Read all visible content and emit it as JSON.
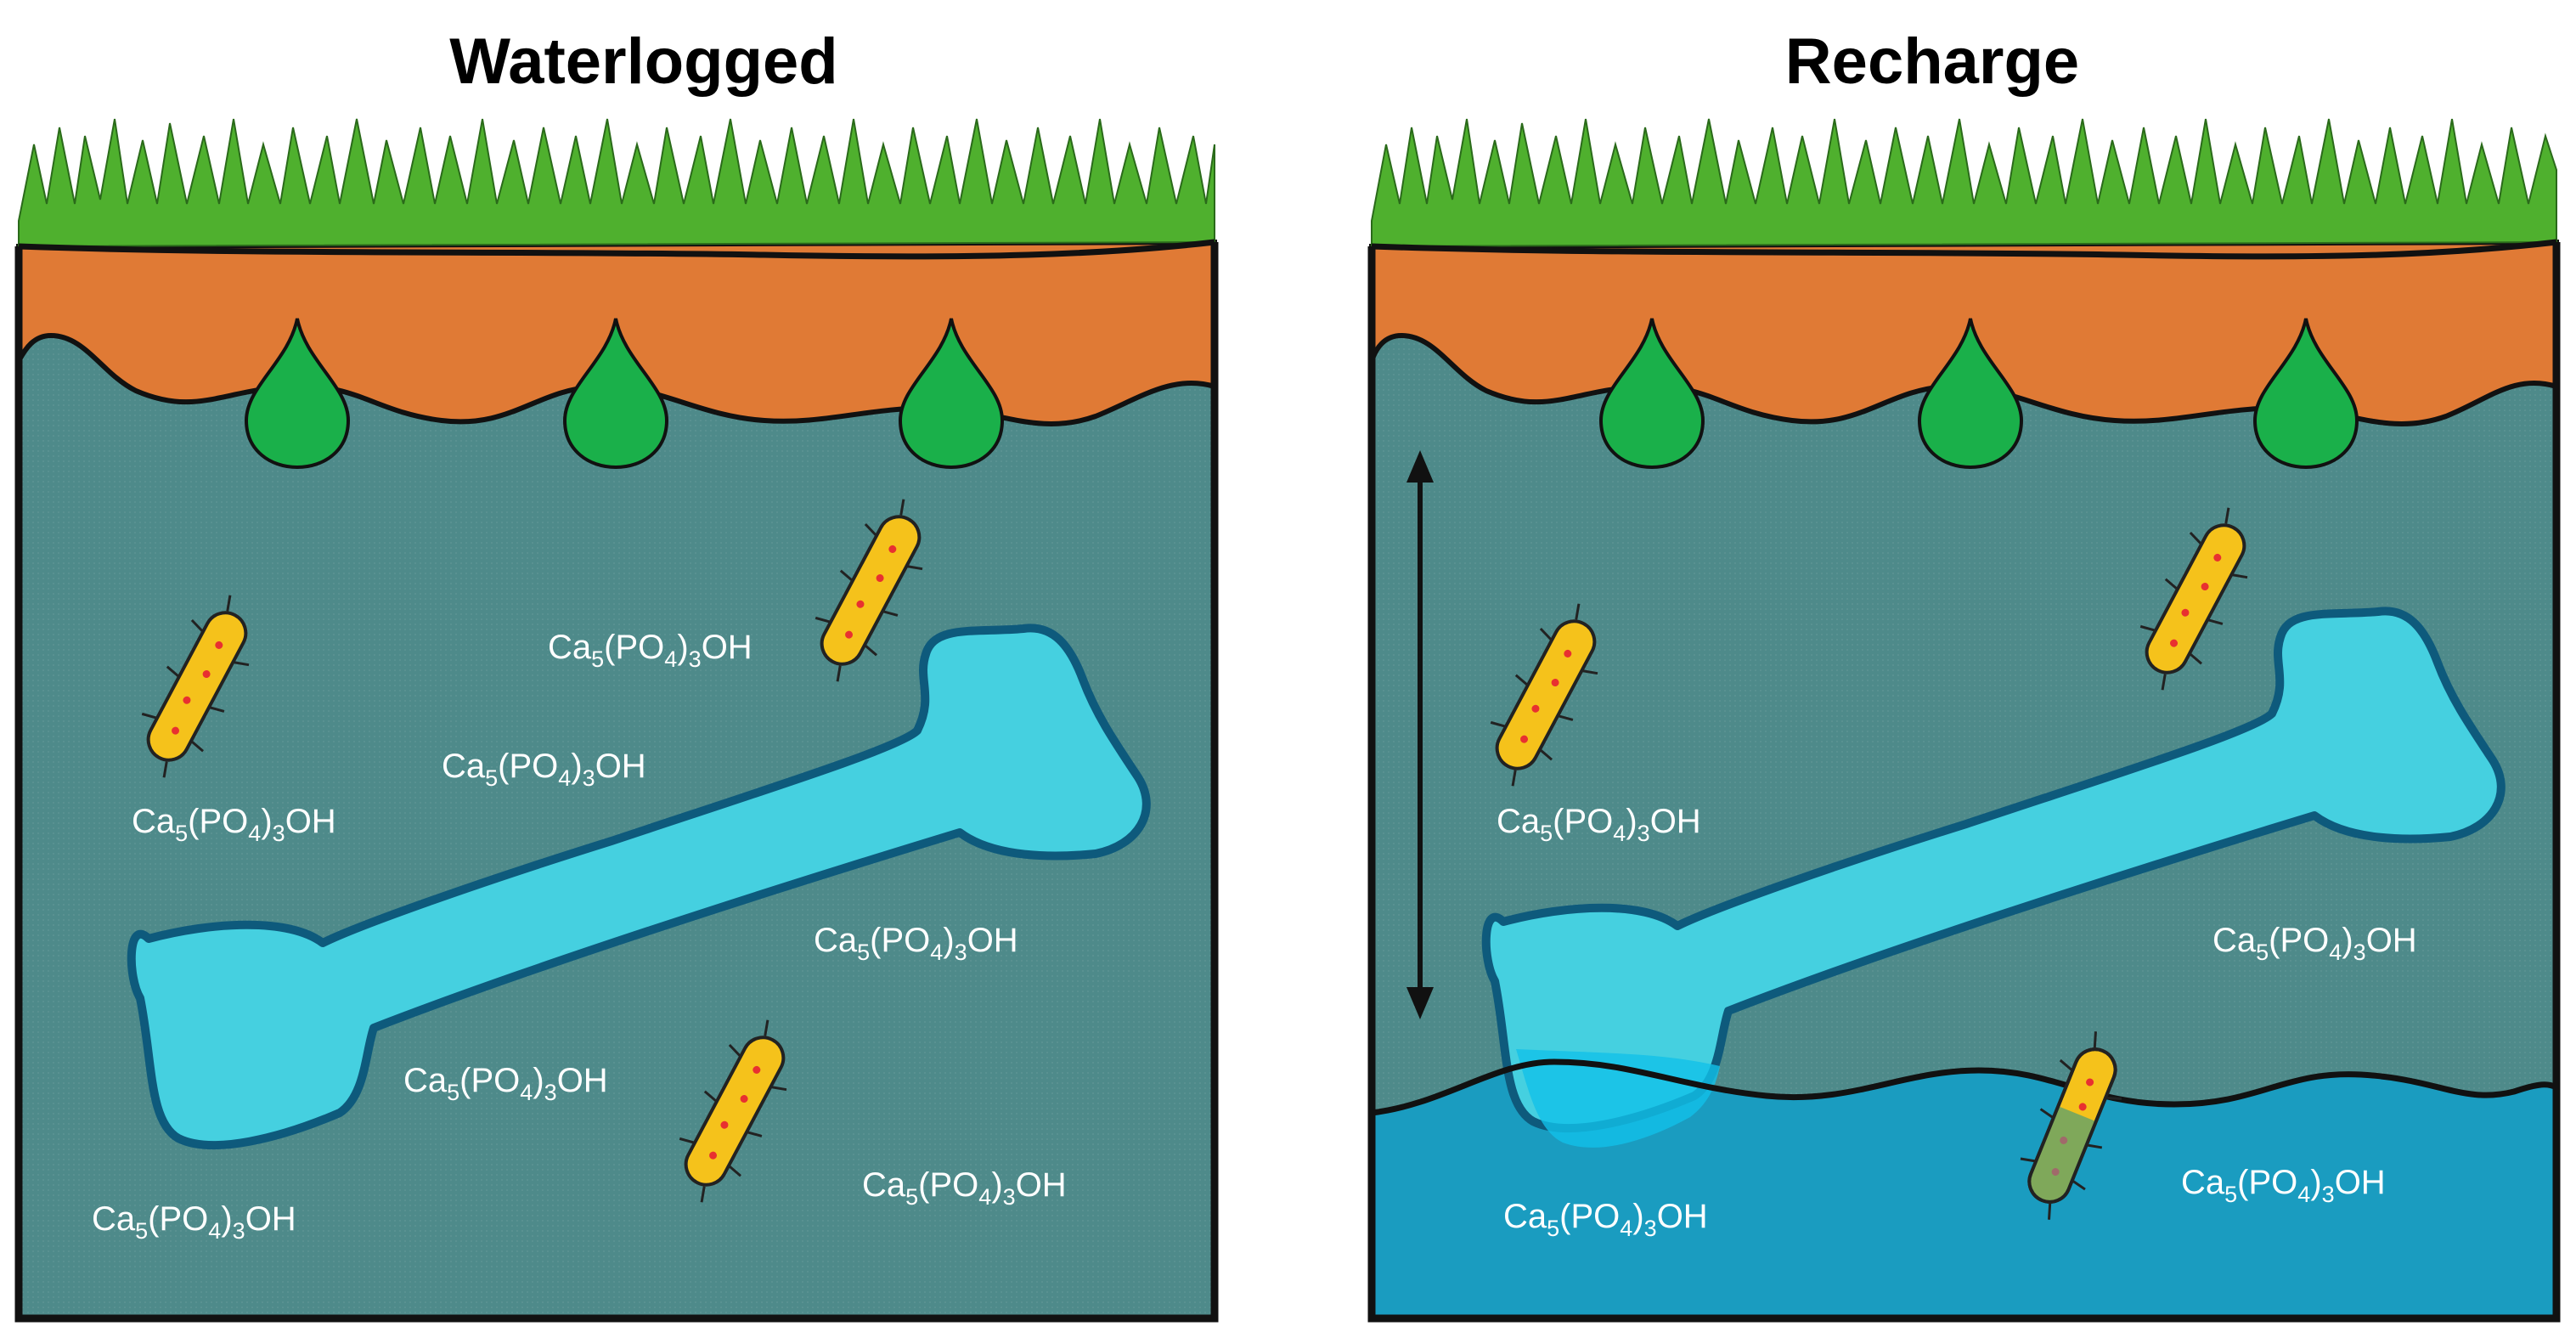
{
  "panels": [
    {
      "title": "Waterlogged",
      "formula_labels": [
        "Ca5(PO4)3OH",
        "Ca5(PO4)3OH",
        "Ca5(PO4)3OH",
        "Ca5(PO4)3OH",
        "Ca5(PO4)3OH",
        "Ca5(PO4)3OH",
        "Ca5(PO4)3OH"
      ]
    },
    {
      "title": "Recharge",
      "formula_labels": [
        "Ca5(PO4)3OH",
        "Ca5(PO4)3OH",
        "Ca5(PO4)3OH",
        "Ca5(PO4)3OH"
      ]
    }
  ],
  "formula": {
    "base": "Ca",
    "sub1": "5",
    "mid": "(PO",
    "sub2": "4",
    "mid2": ")",
    "sub3": "3",
    "tail": "OH"
  },
  "colors": {
    "grass": "#4fb02e",
    "topsoil": "#e07a35",
    "groundwater": "#4e8a8a",
    "recharge_water": "#1a9cc0",
    "bone": "#45d0e0",
    "bone_outline": "#0e5a7c",
    "root_drop": "#1ab04a",
    "bacteria": "#f5c21b",
    "bacteria_dots": "#e83030",
    "bacteria_submerged": "#7fa85a"
  }
}
